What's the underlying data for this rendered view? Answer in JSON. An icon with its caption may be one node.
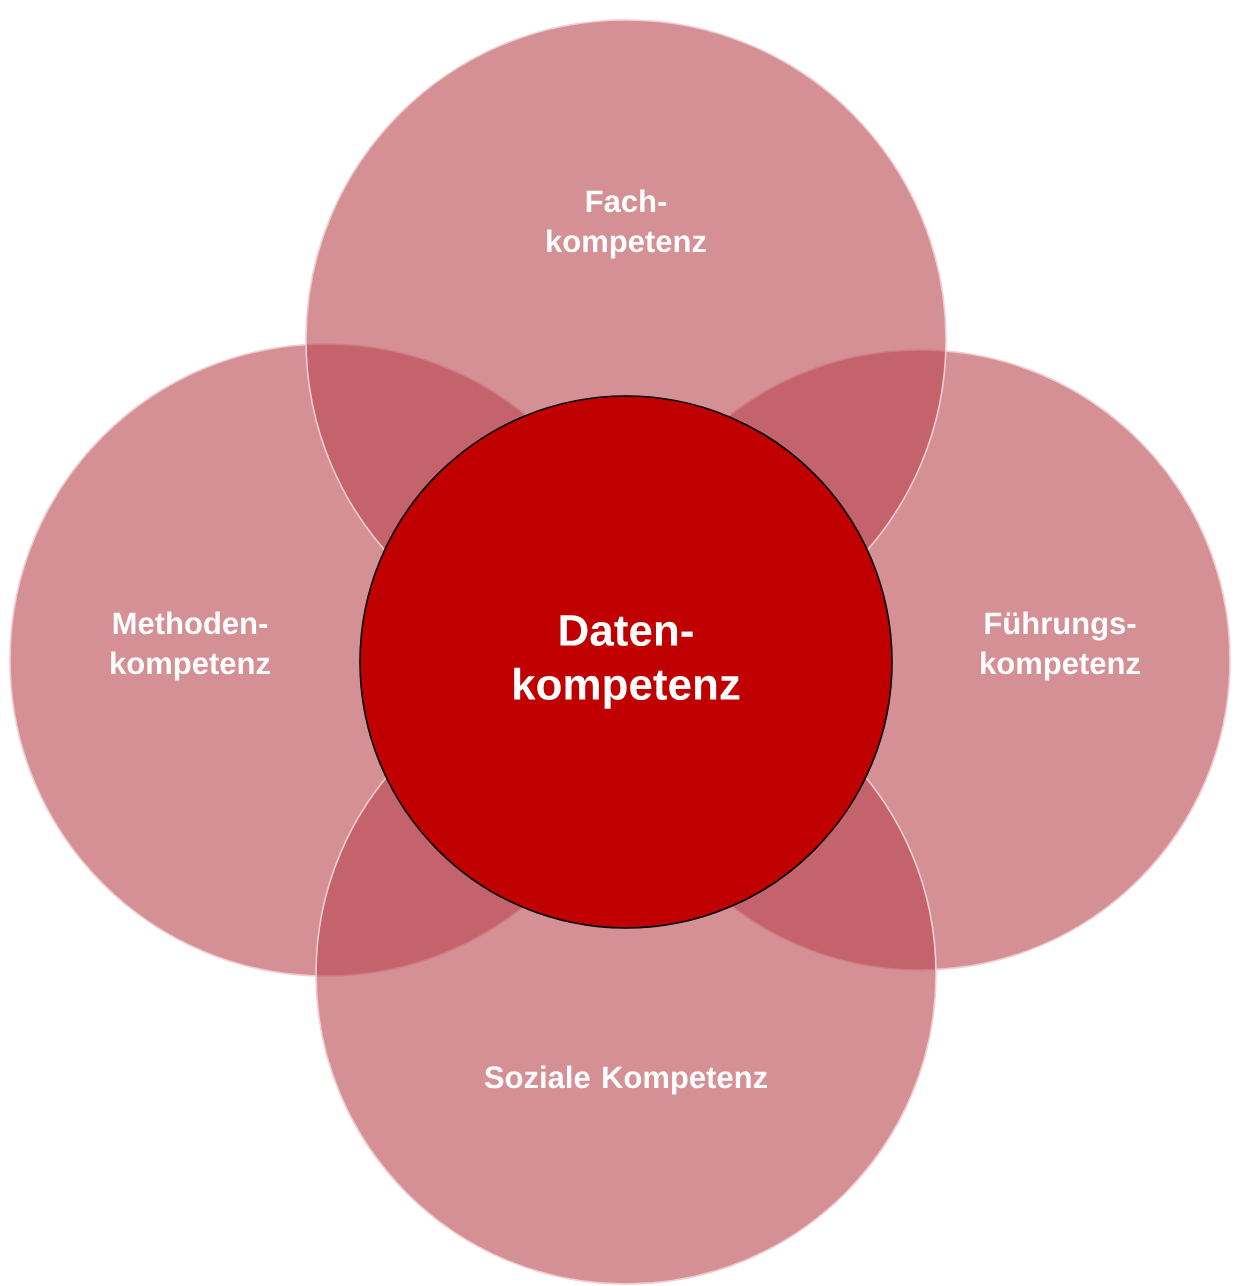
{
  "diagram": {
    "nodes": [
      {
        "text": [
          "Fach- kompetenz"
        ]
      },
      {
        "text": [
          "Methoden- kompetenz"
        ]
      },
      {
        "text": [
          "Führungs- kompetenz"
        ]
      },
      {
        "text": [
          "Soziale Kompetenz"
        ]
      },
      {
        "text": [
          "Daten- kompetenz"
        ]
      }
    ]
  }
}
